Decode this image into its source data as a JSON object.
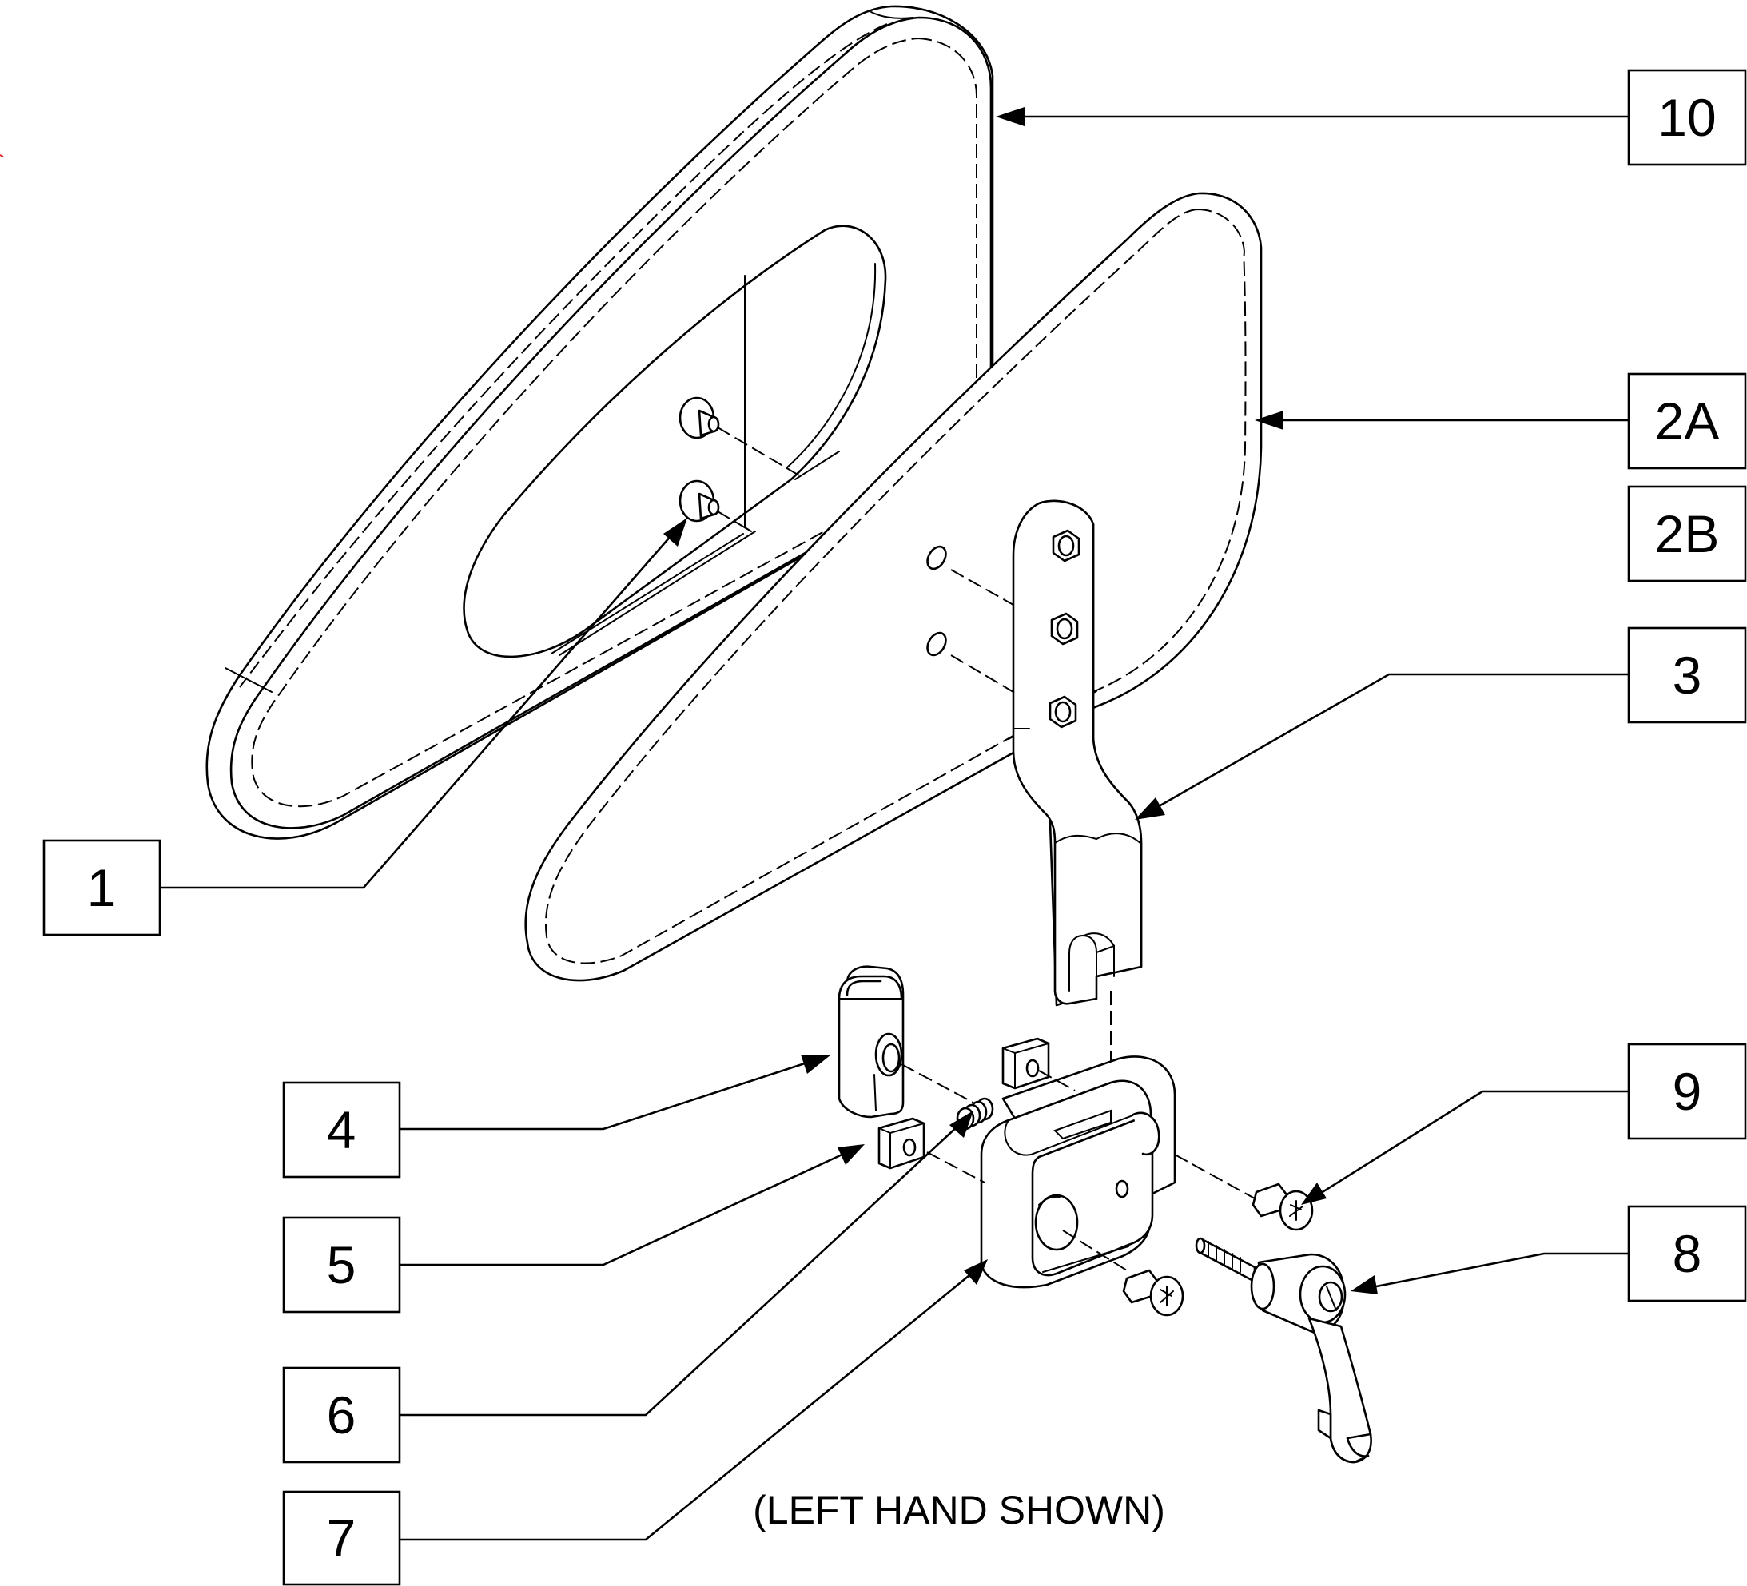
{
  "callouts": [
    {
      "id": "10",
      "label": "10"
    },
    {
      "id": "2A",
      "label": "2A"
    },
    {
      "id": "2B",
      "label": "2B"
    },
    {
      "id": "3",
      "label": "3"
    },
    {
      "id": "1",
      "label": "1"
    },
    {
      "id": "4",
      "label": "4"
    },
    {
      "id": "5",
      "label": "5"
    },
    {
      "id": "6",
      "label": "6"
    },
    {
      "id": "7",
      "label": "7"
    },
    {
      "id": "9",
      "label": "9"
    },
    {
      "id": "8",
      "label": "8"
    }
  ],
  "caption": "(LEFT HAND SHOWN)",
  "colors": {
    "line": "#000000",
    "background": "#ffffff",
    "edge_mark": "#e02020"
  }
}
